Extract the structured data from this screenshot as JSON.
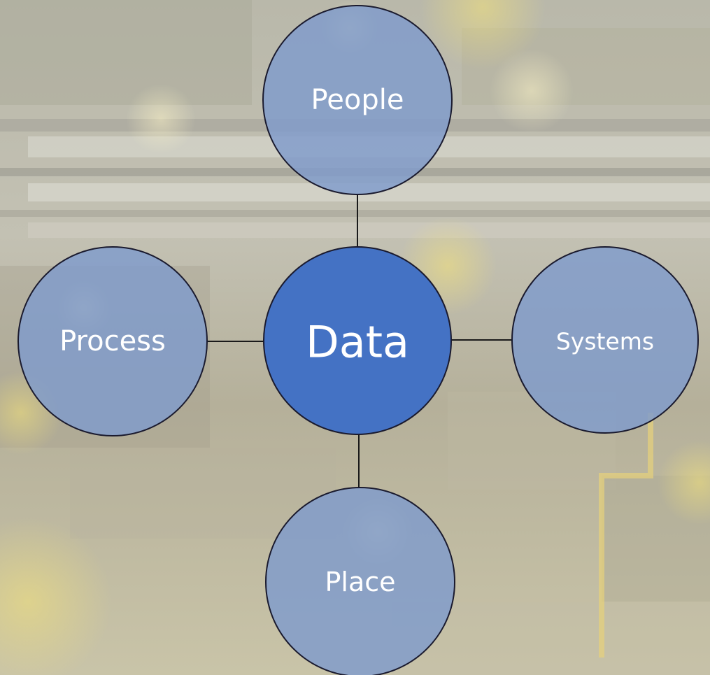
{
  "diagram": {
    "center": {
      "label": "Data"
    },
    "satellites": [
      {
        "id": "people",
        "label": "People"
      },
      {
        "id": "process",
        "label": "Process"
      },
      {
        "id": "systems",
        "label": "Systems"
      },
      {
        "id": "place",
        "label": "Place"
      }
    ]
  },
  "colors": {
    "center_fill": "#4472c4",
    "satellite_fill": "#7f9bcc",
    "outline": "#1a1a2e",
    "connector": "#1a1a1a",
    "label_text": "#ffffff"
  }
}
